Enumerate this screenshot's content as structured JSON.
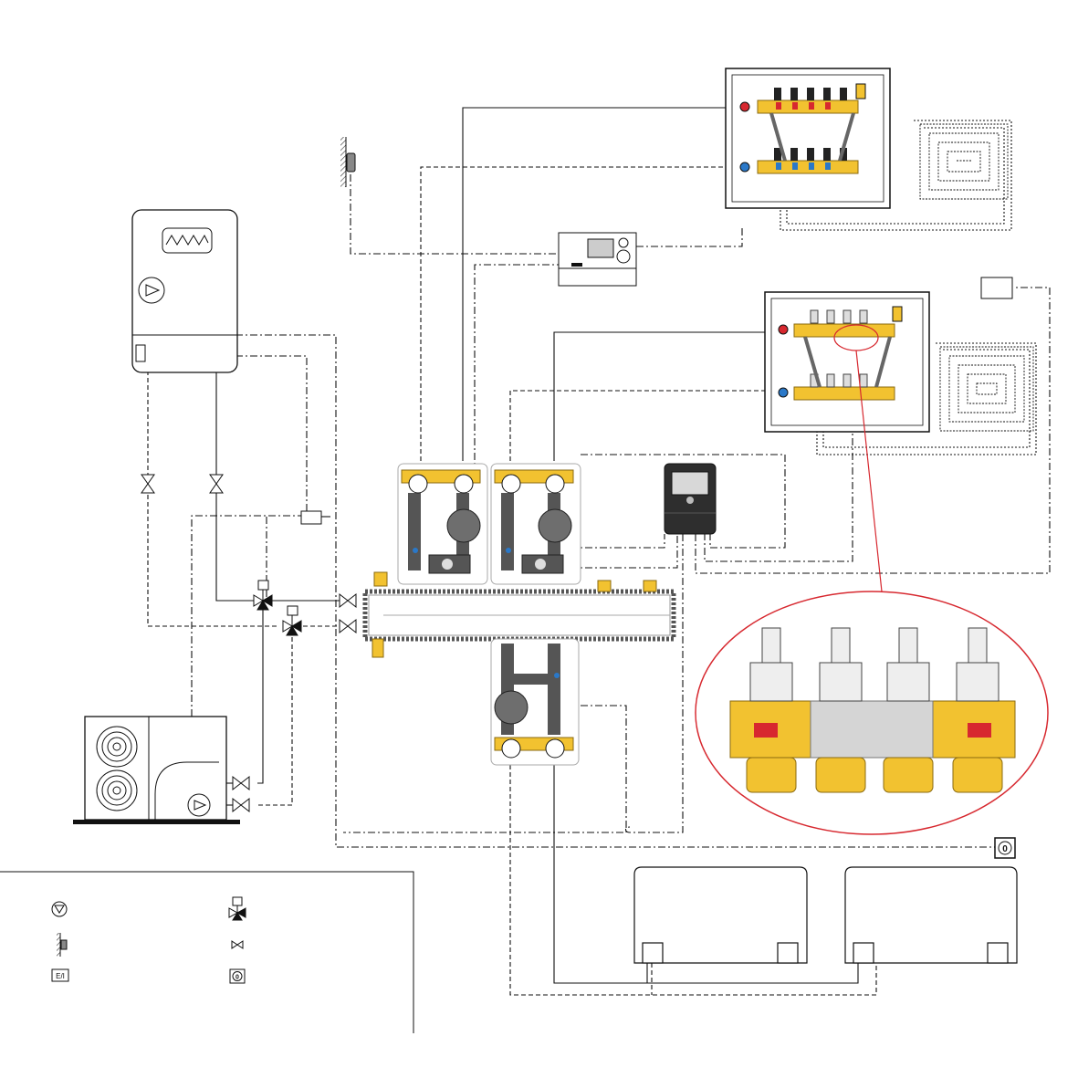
{
  "legend": {
    "symbols": [
      {
        "name": "pump-icon",
        "label": ""
      },
      {
        "name": "three-way-valve-icon",
        "label": ""
      },
      {
        "name": "room-sensor-icon",
        "label": ""
      },
      {
        "name": "shutoff-valve-icon",
        "label": ""
      },
      {
        "name": "ei-box-icon",
        "label": "E/I"
      },
      {
        "name": "onoff-switch-icon",
        "label": "0"
      }
    ]
  },
  "labels": {
    "onoff_switch": "0",
    "ei_box": "E/I",
    "legend_switch": "0"
  },
  "colors": {
    "brass": "#f2c230",
    "brass_dark": "#c9961a",
    "pump_grey": "#6e6e6e",
    "pipe_grey": "#4a4a4a",
    "red_valve": "#d7282f",
    "blue_valve": "#2a78c8",
    "callout_red": "#d7282f",
    "line": "#111111"
  }
}
